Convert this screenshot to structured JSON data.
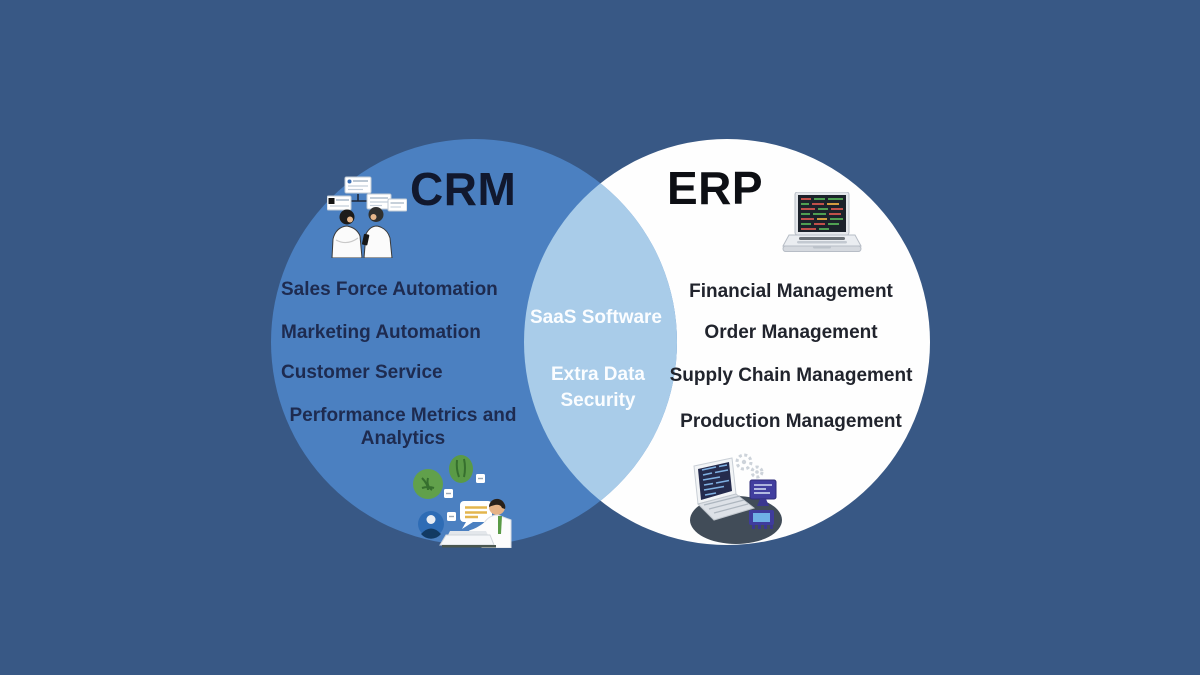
{
  "diagram": {
    "type": "venn",
    "background_color": "#385885",
    "left": {
      "title": "CRM",
      "circle_color": "#4b80c1",
      "title_color": "#11182e",
      "text_color": "#1e2b50",
      "items": [
        "Sales Force Automation",
        "Marketing Automation",
        "Customer Service",
        "Performance Metrics and Analytics"
      ],
      "icons": [
        "crm-people-documents-icon",
        "customer-support-illustration"
      ]
    },
    "right": {
      "title": "ERP",
      "circle_color": "#fefefe",
      "title_color": "#0d0f14",
      "text_color": "#21242d",
      "items": [
        "Financial Management",
        "Order Management",
        "Supply Chain Management",
        "Production Management"
      ],
      "icons": [
        "laptop-code-icon",
        "isometric-computer-illustration"
      ]
    },
    "overlap": {
      "fill_color": "#a9cce9",
      "text_color": "#fbfdff",
      "items": [
        "SaaS Software",
        "Extra Data Security"
      ]
    }
  }
}
